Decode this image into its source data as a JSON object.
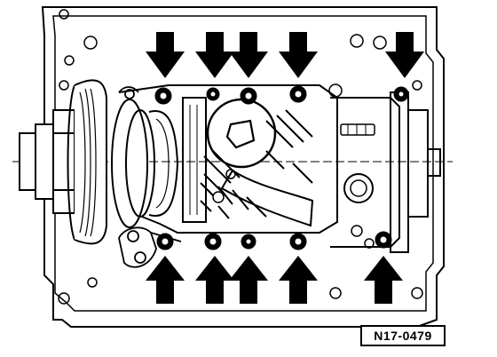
{
  "reference_label": "N17-0479",
  "bolt_count_top": 5,
  "bolt_count_bottom": 5,
  "colors": {
    "ink": "#000000",
    "paper": "#ffffff"
  },
  "icon_names": [
    "arrow-down-icon",
    "arrow-up-icon",
    "bolt-icon"
  ]
}
